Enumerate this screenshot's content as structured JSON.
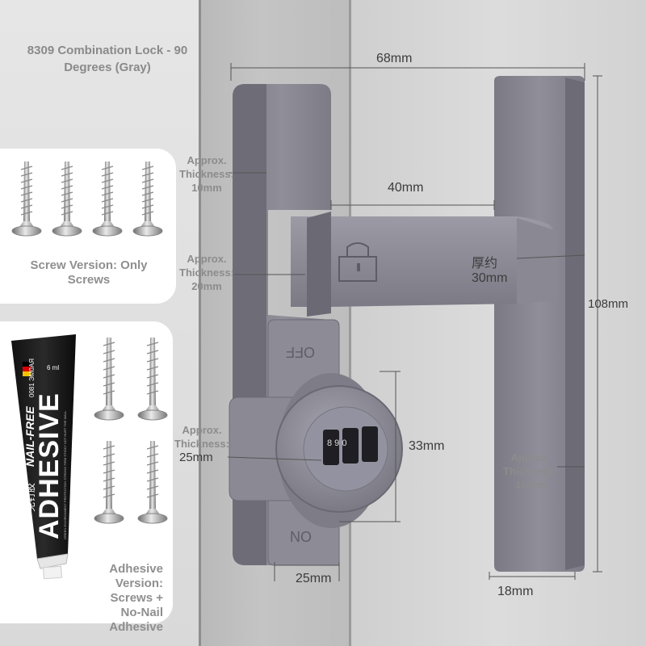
{
  "title": "8309 Combination Lock - 90 Degrees (Gray)",
  "screw_version": "Screw Version: Only Screws",
  "adhesive_version": "Adhesive Version: Screws + No-Nail Adhesive",
  "tube": {
    "volume": "6 ml",
    "brand": "ADHESIVE",
    "sub": "NAIL-FREE",
    "model": "0081 ЭМ0АЯ",
    "chinese": "免钉胶",
    "fine": "GREEN ENVIRONMENT PROTECTION STRONG FIRM STICKY NOT HURT THE WALL"
  },
  "lock_labels": {
    "off": "OFF",
    "on": "ON"
  },
  "dims": {
    "width_total": "68mm",
    "gap": "40mm",
    "height": "108mm",
    "dial": "33mm",
    "base_width": "25mm",
    "strip_width": "18mm",
    "bar_thickness_cn": "厚约",
    "bar_thickness": "30mm",
    "approx_10_left": "Approx. Thickness: 10mm",
    "approx_20": "Approx. Thickness: 20mm",
    "approx_25": "Approx. Thickness:",
    "approx_25_val": "25mm",
    "approx_10_right": "Approx. Thickness: 10mm"
  },
  "colors": {
    "metal": "#8c8a95",
    "metal_dark": "#6f6e78",
    "card": "#ffffff"
  }
}
